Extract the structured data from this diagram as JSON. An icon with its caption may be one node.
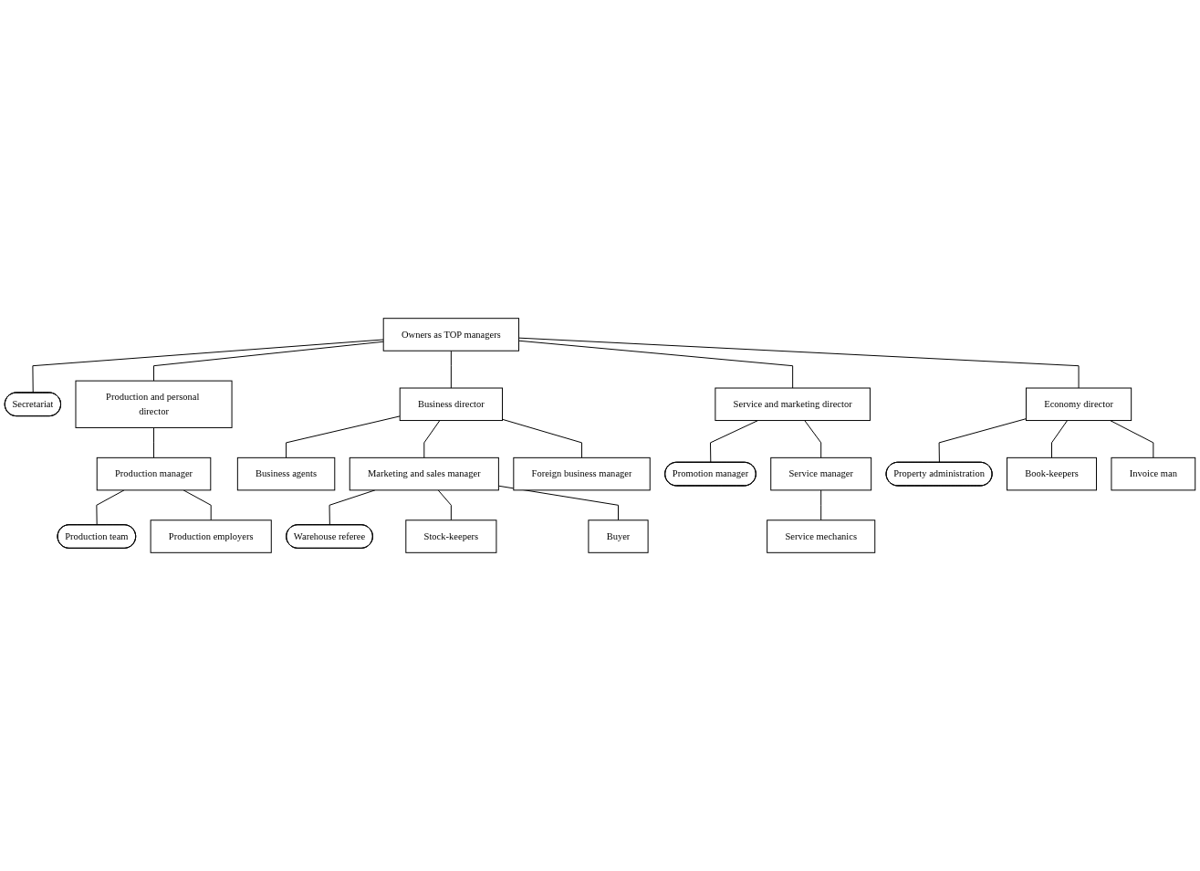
{
  "diagram": {
    "nodes": [
      {
        "text": [
          "Owners as TOP managers"
        ]
      },
      {
        "text": [
          "Secretariat"
        ]
      },
      {
        "text": [
          "Production and personal director"
        ]
      },
      {
        "text": [
          "Business director"
        ]
      },
      {
        "text": [
          "Service and marketing director"
        ]
      },
      {
        "text": [
          "Economy director"
        ]
      },
      {
        "text": [
          "Promotion manager"
        ]
      },
      {
        "text": [
          "Property administration"
        ]
      },
      {
        "text": [
          "Production manager"
        ]
      },
      {
        "text": [
          "Business agents"
        ]
      },
      {
        "text": [
          "Marketing and sales manager"
        ]
      },
      {
        "text": [
          "Foreign business manager"
        ]
      },
      {
        "text": [
          "Service manager"
        ]
      },
      {
        "text": [
          "Book-keepers"
        ]
      },
      {
        "text": [
          "Invoice man"
        ]
      },
      {
        "text": [
          "Production team"
        ]
      },
      {
        "text": [
          "Warehouse referee"
        ]
      },
      {
        "text": [
          "Production employers"
        ]
      },
      {
        "text": [
          "Stock-keepers"
        ]
      },
      {
        "text": [
          "Buyer"
        ]
      },
      {
        "text": [
          "Service mechanics"
        ]
      }
    ],
    "edges": [
      {
        "from": 0,
        "to": 1,
        "arrow": "none"
      },
      {
        "from": 0,
        "to": 2,
        "arrow": "none"
      },
      {
        "from": 0,
        "to": 3,
        "arrow": "none"
      },
      {
        "from": 0,
        "to": 4,
        "arrow": "none"
      },
      {
        "from": 0,
        "to": 5,
        "arrow": "none"
      },
      {
        "from": 4,
        "to": 6,
        "arrow": "none"
      },
      {
        "from": 4,
        "to": 12,
        "arrow": "none"
      },
      {
        "from": 5,
        "to": 7,
        "arrow": "none"
      },
      {
        "from": 5,
        "to": 13,
        "arrow": "none"
      },
      {
        "from": 5,
        "to": 14,
        "arrow": "none"
      },
      {
        "from": 2,
        "to": 8,
        "arrow": "none"
      },
      {
        "from": 3,
        "to": 9,
        "arrow": "none"
      },
      {
        "from": 3,
        "to": 10,
        "arrow": "none"
      },
      {
        "from": 3,
        "to": 11,
        "arrow": "none"
      },
      {
        "from": 8,
        "to": 15,
        "arrow": "none"
      },
      {
        "from": 8,
        "to": 17,
        "arrow": "none"
      },
      {
        "from": 10,
        "to": 16,
        "arrow": "none"
      },
      {
        "from": 10,
        "to": 18,
        "arrow": "none"
      },
      {
        "from": 10,
        "to": 19,
        "arrow": "none"
      },
      {
        "from": 12,
        "to": 20,
        "arrow": "none"
      }
    ]
  }
}
